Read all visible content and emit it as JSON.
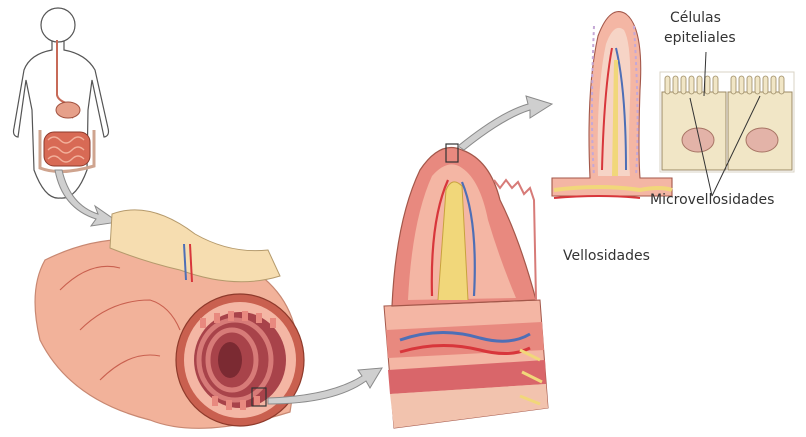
{
  "labels": {
    "epithelial_cells_line1": "Células",
    "epithelial_cells_line2": "epiteliales",
    "microvilli": "Microvellosidades",
    "villi": "Vellosidades"
  },
  "colors": {
    "background": "#ffffff",
    "intestine_flesh": "#f2b29a",
    "intestine_dark": "#c9604f",
    "mucosa": "#a8434a",
    "tissue_pink": "#f4b6a4",
    "epithelium": "#e8897f",
    "blood_red": "#d8363b",
    "blood_blue": "#4e6fb6",
    "lymph_yellow": "#f1d77a",
    "cell_cytoplasm": "#f1e6c6",
    "nucleus": "#e3b3a8",
    "arrow_gray": "#c9c9c9",
    "outline": "#555555"
  }
}
